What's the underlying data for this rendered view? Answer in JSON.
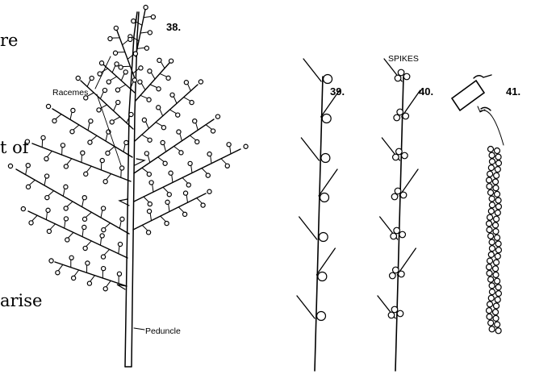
{
  "page_fragments": [
    "re",
    "t of",
    "arise"
  ],
  "figure": {
    "label_38": "38.",
    "label_39": "39.",
    "label_40": "40.",
    "label_41": "41.",
    "label_racemes": "Racemes",
    "label_peduncle": "Peduncle",
    "label_spikes": "SPIKES"
  }
}
